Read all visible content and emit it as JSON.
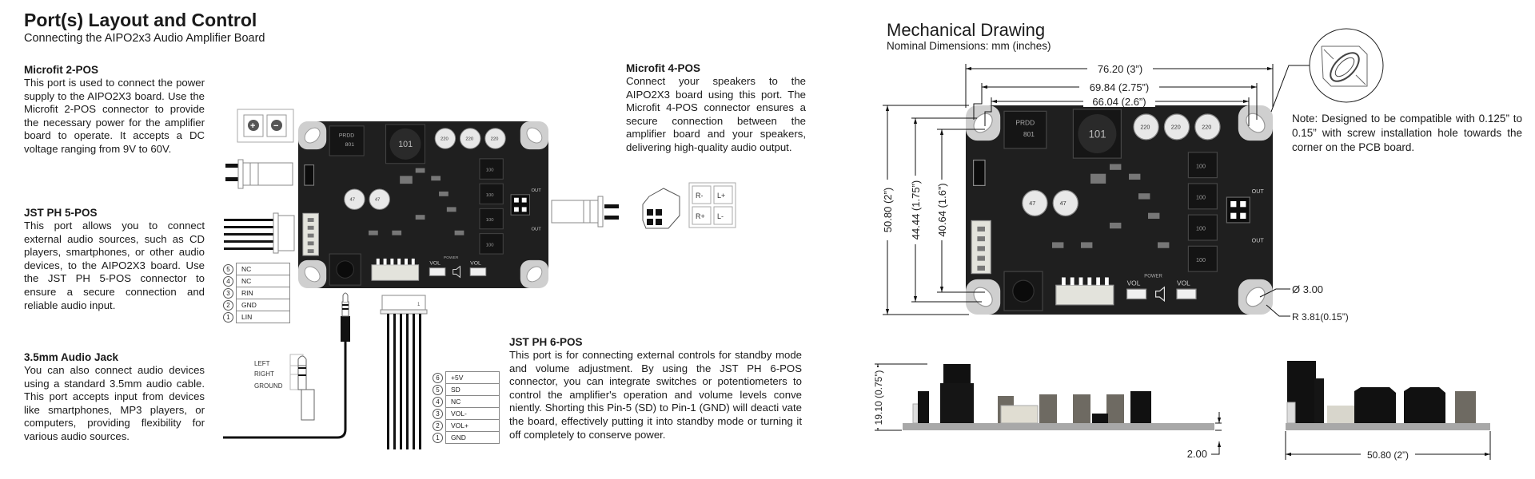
{
  "left": {
    "title": "Port(s) Layout and Control",
    "subtitle": "Connecting the AIPO2x3 Audio Amplifier Board",
    "sections": [
      {
        "heading": "Microfit 2-POS",
        "text": "This port is used to connect the power supply to the AIPO2X3 board. Use the Microfit 2-POS connector to provide the necessary power for the amplifier board to operate. It accepts a DC voltage ranging from 9V to 60V."
      },
      {
        "heading": "JST PH 5-POS",
        "text": "This port allows you to connect external audio sources, such as CD players, smartphones, or other audio devices, to the AIPO2X3 board. Use the JST PH 5-POS connector to ensure a secure connection and reliable audio input."
      },
      {
        "heading": "3.5mm Audio Jack",
        "text": "You can also connect audio devices using a standard 3.5mm audio cable. This port accepts input from devices like smartphones, MP3 players, or computers, providing flexibility for various audio sources."
      },
      {
        "heading": "Microfit 4-POS",
        "text": "Connect your speakers to the AIPO2X3 board using this port. The Microfit 4-POS connector ensures a secure connection between the amplifier board and your speakers, delivering high-quality audio output."
      },
      {
        "heading": "JST PH 6-POS",
        "text": "This port is for connecting external controls for standby mode and volume adjustment. By using the JST PH 6-POS connector, you can integrate switches or potentiometers to control the amplifier's operation and volume levels conve niently. Shorting this Pin-5 (SD) to Pin-1 (GND) will deacti vate the board, effectively putting it into standby mode or turning it off completely to conserve power."
      }
    ],
    "power_symbols": [
      "+",
      "−"
    ],
    "pins_5pos": [
      {
        "num": "5",
        "label": "NC"
      },
      {
        "num": "4",
        "label": "NC"
      },
      {
        "num": "3",
        "label": "RIN"
      },
      {
        "num": "2",
        "label": "GND"
      },
      {
        "num": "1",
        "label": "LIN"
      }
    ],
    "pins_6pos": [
      {
        "num": "6",
        "label": "+5V"
      },
      {
        "num": "5",
        "label": "SD"
      },
      {
        "num": "4",
        "label": "NC"
      },
      {
        "num": "3",
        "label": "VOL-"
      },
      {
        "num": "2",
        "label": "VOL+"
      },
      {
        "num": "1",
        "label": "GND"
      }
    ],
    "jack_labels": [
      "LEFT",
      "RIGHT",
      "GROUND"
    ],
    "speaker_pins": [
      "R-",
      "L+",
      "R+",
      "L-"
    ],
    "connector_pin1": "1"
  },
  "pcb": {
    "inductor_main": "101",
    "ic_label": "PRDD",
    "ic_code": "801",
    "cap_big": "220",
    "cap_small": "47",
    "inductor_small": "100",
    "vol_minus": "VOL",
    "vol_plus": "VOL",
    "power": "POWER",
    "out": "OUT"
  },
  "right": {
    "title": "Mechanical Drawing",
    "subtitle": "Nominal Dimensions: mm (inches)",
    "dims": {
      "width_total": "76.20 (3”)",
      "width_holes": "69.84 (2.75”)",
      "width_inner": "66.04 (2.6”)",
      "height_total": "50.80 (2”)",
      "height_holes": "44.44 (1.75”)",
      "height_inner": "40.64 (1.6”)",
      "hole_diameter": "Ø 3.00",
      "corner_radius": "R 3.81(0.15”)",
      "side_height": "19.10 (0.75”)",
      "board_thickness": "2.00",
      "side_width": "50.80 (2”)"
    },
    "note": "Note:  Designed to be compatible with 0.125” to 0.15” with screw installation hole towards the corner on the PCB board."
  },
  "colors": {
    "pcb": "#1f1f1f",
    "pad": "#d9d9d9",
    "text": "#1a1a1a",
    "cap": "#e8e8e8"
  }
}
